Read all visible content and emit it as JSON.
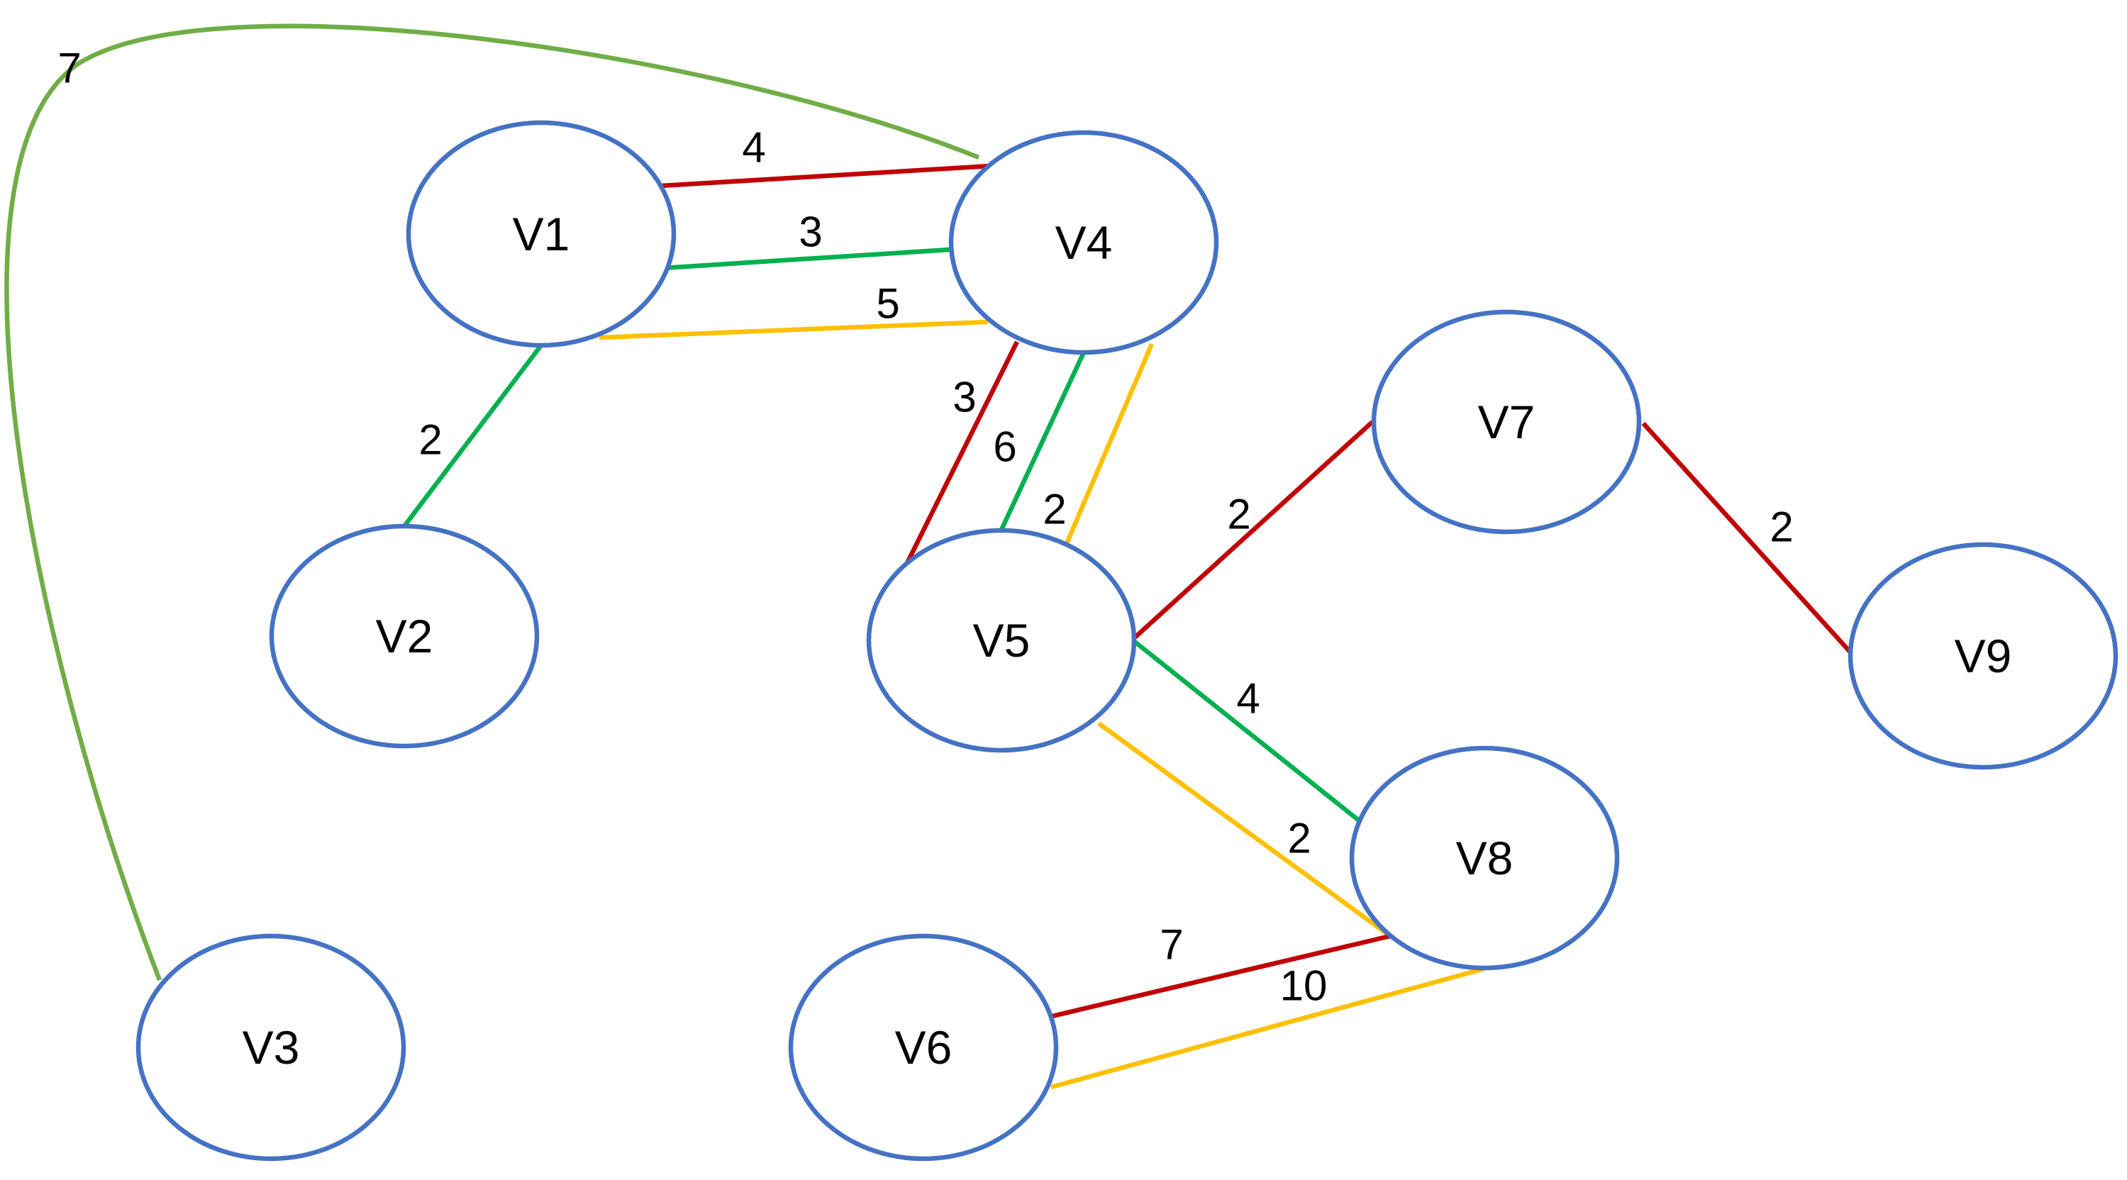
{
  "colors": {
    "red": "#C00000",
    "green": "#00B050",
    "yellow": "#FFC000",
    "olive_green": "#70AD47",
    "node_outline": "#4472C4"
  },
  "nodes": [
    {
      "id": "V1",
      "label": "V1"
    },
    {
      "id": "V2",
      "label": "V2"
    },
    {
      "id": "V3",
      "label": "V3"
    },
    {
      "id": "V4",
      "label": "V4"
    },
    {
      "id": "V5",
      "label": "V5"
    },
    {
      "id": "V6",
      "label": "V6"
    },
    {
      "id": "V7",
      "label": "V7"
    },
    {
      "id": "V8",
      "label": "V8"
    },
    {
      "id": "V9",
      "label": "V9"
    }
  ],
  "edges": [
    {
      "id": "e-v3-v4",
      "from": "V3",
      "to": "V4",
      "weight": "7",
      "color": "olive_green"
    },
    {
      "id": "e-v1-v4-red",
      "from": "V1",
      "to": "V4",
      "weight": "4",
      "color": "red"
    },
    {
      "id": "e-v1-v4-green",
      "from": "V1",
      "to": "V4",
      "weight": "3",
      "color": "green"
    },
    {
      "id": "e-v1-v4-yellow",
      "from": "V1",
      "to": "V4",
      "weight": "5",
      "color": "yellow"
    },
    {
      "id": "e-v1-v2",
      "from": "V1",
      "to": "V2",
      "weight": "2",
      "color": "green"
    },
    {
      "id": "e-v4-v5-red",
      "from": "V4",
      "to": "V5",
      "weight": "3",
      "color": "red"
    },
    {
      "id": "e-v4-v5-green",
      "from": "V4",
      "to": "V5",
      "weight": "6",
      "color": "green"
    },
    {
      "id": "e-v4-v5-yellow",
      "from": "V4",
      "to": "V5",
      "weight": "2",
      "color": "yellow"
    },
    {
      "id": "e-v5-v7",
      "from": "V5",
      "to": "V7",
      "weight": "2",
      "color": "red"
    },
    {
      "id": "e-v7-v9",
      "from": "V7",
      "to": "V9",
      "weight": "2",
      "color": "red"
    },
    {
      "id": "e-v5-v8-green",
      "from": "V5",
      "to": "V8",
      "weight": "4",
      "color": "green"
    },
    {
      "id": "e-v5-v8-yellow",
      "from": "V5",
      "to": "V8",
      "weight": "2",
      "color": "yellow"
    },
    {
      "id": "e-v6-v8-red",
      "from": "V6",
      "to": "V8",
      "weight": "7",
      "color": "red"
    },
    {
      "id": "e-v6-v8-yellow",
      "from": "V6",
      "to": "V8",
      "weight": "10",
      "color": "yellow"
    }
  ]
}
